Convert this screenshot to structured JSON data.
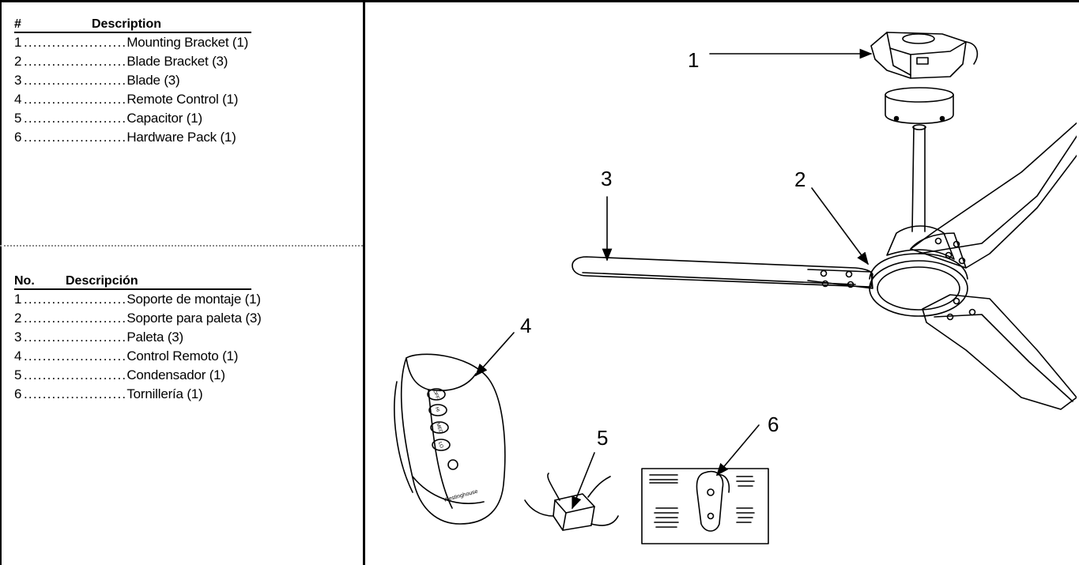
{
  "english": {
    "header_num": "#",
    "header_desc": "Description",
    "rows": [
      {
        "num": "1",
        "dots": "......................",
        "label": "Mounting Bracket (1)"
      },
      {
        "num": "2",
        "dots": "......................",
        "label": "Blade Bracket (3)"
      },
      {
        "num": "3",
        "dots": "......................",
        "label": "Blade (3)"
      },
      {
        "num": "4",
        "dots": "......................",
        "label": "Remote Control (1)"
      },
      {
        "num": "5",
        "dots": "......................",
        "label": "Capacitor (1)"
      },
      {
        "num": "6",
        "dots": "......................",
        "label": "Hardware Pack (1)"
      }
    ]
  },
  "spanish": {
    "header_num": "No.",
    "header_desc": "Descripción",
    "rows": [
      {
        "num": "1",
        "dots": "......................",
        "label": "Soporte de montaje (1)"
      },
      {
        "num": "2",
        "dots": "......................",
        "label": "Soporte para paleta (3)"
      },
      {
        "num": "3",
        "dots": "......................",
        "label": "Paleta (3)"
      },
      {
        "num": "4",
        "dots": "......................",
        "label": "Control Remoto (1)"
      },
      {
        "num": "5",
        "dots": "......................",
        "label": "Condensador (1)"
      },
      {
        "num": "6",
        "dots": "......................",
        "label": "Tornillería (1)"
      }
    ]
  },
  "callouts": {
    "c1": "1",
    "c2": "2",
    "c3": "3",
    "c4": "4",
    "c5": "5",
    "c6": "6"
  },
  "remote": {
    "button_off": "OFF",
    "button_hi": "HI",
    "button_med": "MED",
    "button_lo": "LO",
    "brand": "Westinghouse"
  }
}
